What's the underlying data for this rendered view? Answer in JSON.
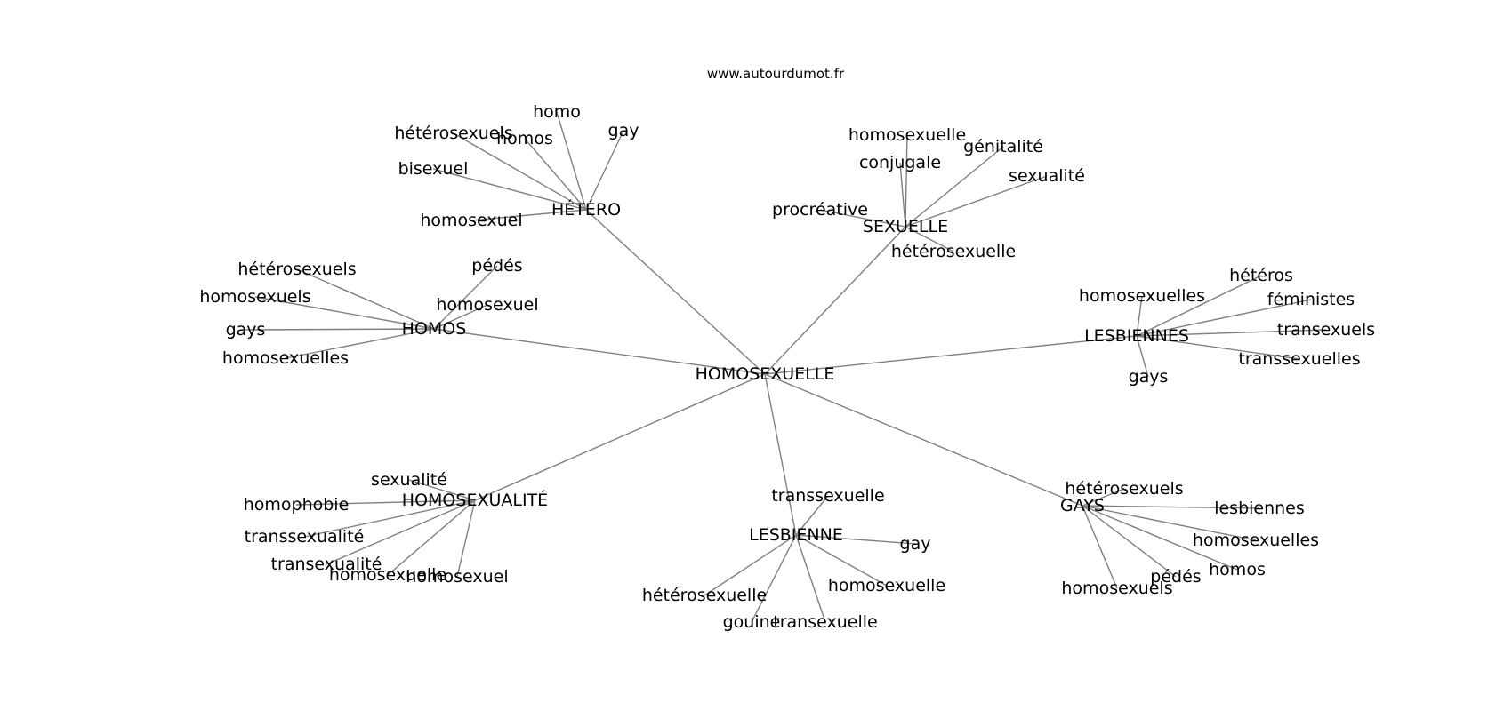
{
  "site": "www.autourdumot.fr",
  "edge_color": "#808080",
  "center": "HOMOSEXUELLE",
  "clusters": [
    {
      "hub": "HÉTÉRO",
      "words": [
        "homo",
        "gay",
        "hétérosexuels",
        "homos",
        "bisexuel",
        "homosexuel"
      ]
    },
    {
      "hub": "SEXUELLE",
      "words": [
        "homosexuelle",
        "génitalité",
        "conjugale",
        "sexualité",
        "procréative",
        "hétérosexuelle"
      ]
    },
    {
      "hub": "HOMOS",
      "words": [
        "hétérosexuels",
        "pédés",
        "homosexuels",
        "homosexuel",
        "gays",
        "homosexuelles"
      ]
    },
    {
      "hub": "LESBIENNES",
      "words": [
        "homosexuelles",
        "hétéros",
        "féministes",
        "transexuels",
        "transsexuelles",
        "gays"
      ]
    },
    {
      "hub": "HOMOSEXUALITÉ",
      "words": [
        "sexualité",
        "homophobie",
        "transsexualité",
        "transexualité",
        "homosexuelle",
        "homosexuel"
      ]
    },
    {
      "hub": "LESBIENNE",
      "words": [
        "transsexuelle",
        "gay",
        "homosexuelle",
        "hétérosexuelle",
        "gouine",
        "transexuelle"
      ]
    },
    {
      "hub": "GAYS",
      "words": [
        "hétérosexuels",
        "lesbiennes",
        "homosexuelles",
        "homos",
        "pédés",
        "homosexuels"
      ]
    }
  ]
}
